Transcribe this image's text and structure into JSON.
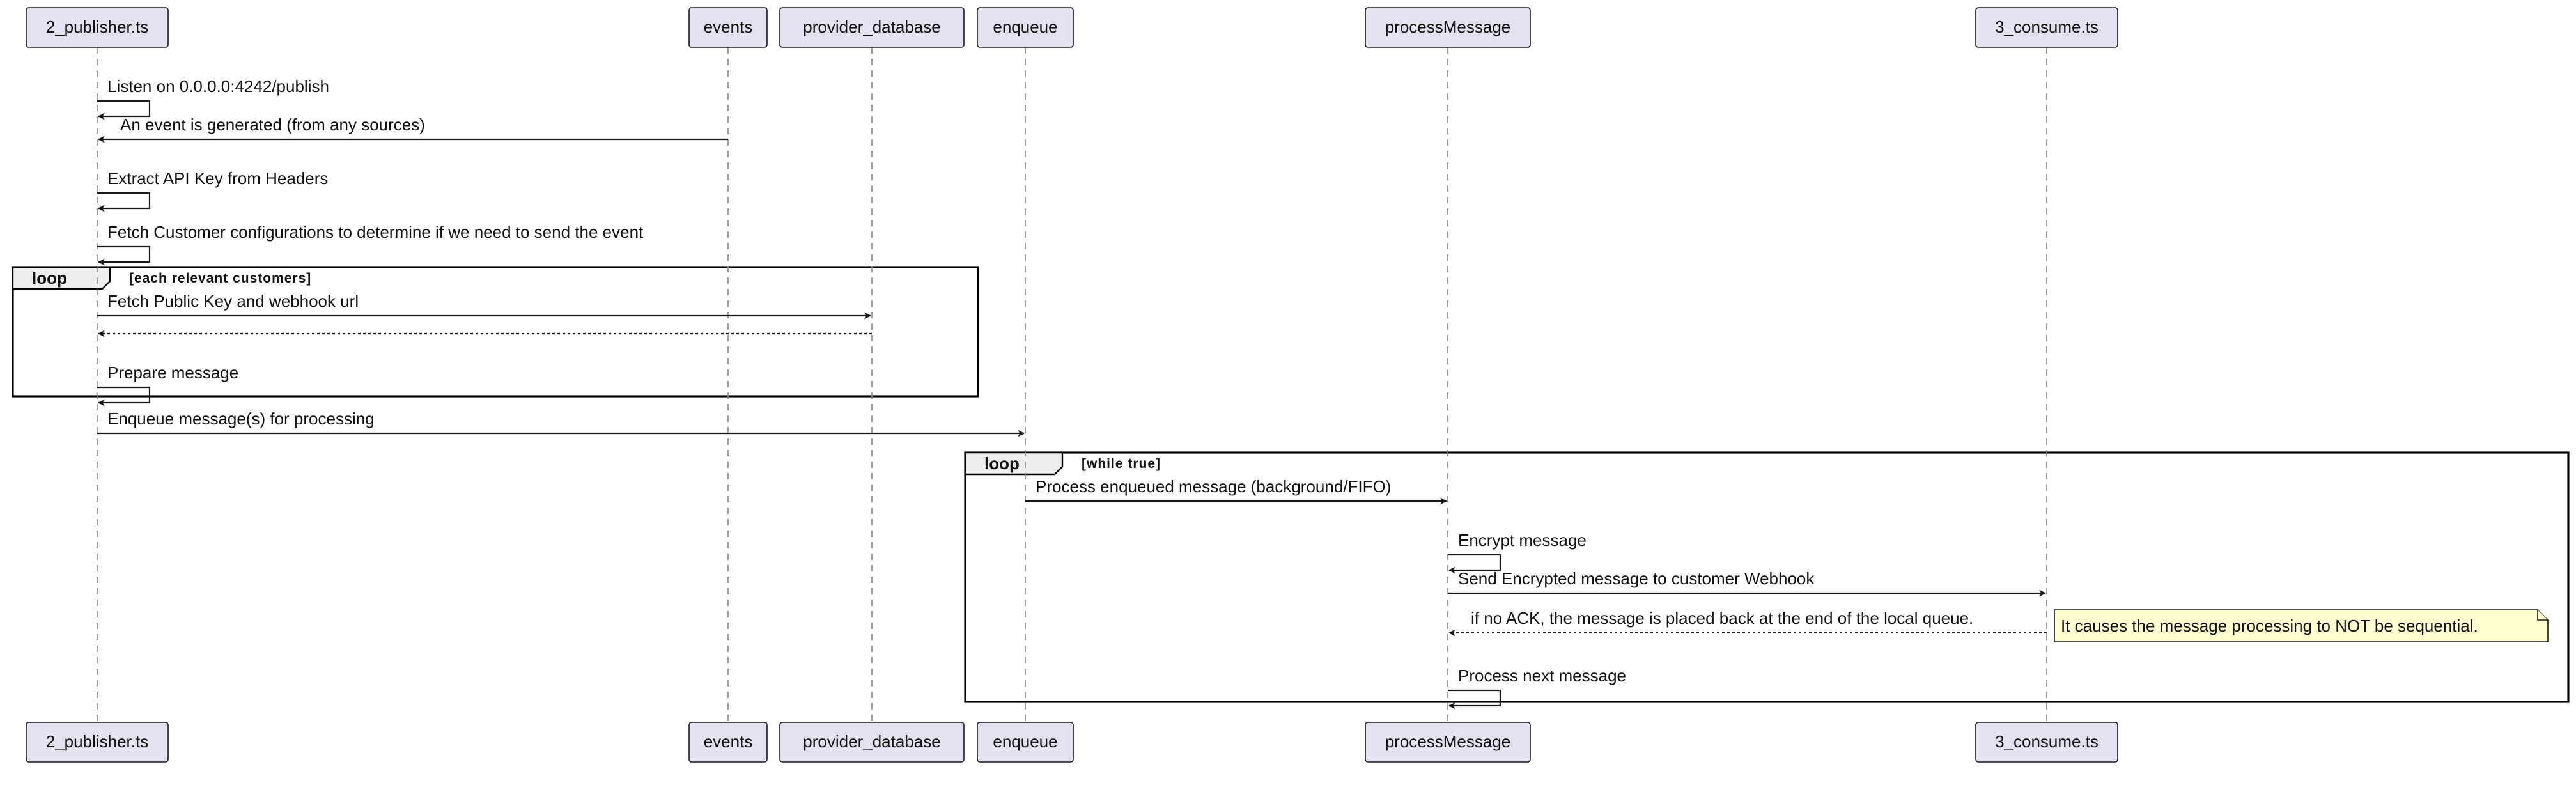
{
  "colors": {
    "participant_fill": "#e2e2f0",
    "participant_stroke": "#181818",
    "lifeline": "#888888",
    "arrow": "#181818",
    "note_fill": "#fefece",
    "frame_stroke": "#000000",
    "frame_tab_fill": "#eeeeee"
  },
  "participants": [
    {
      "id": "publisher",
      "label": "2_publisher.ts"
    },
    {
      "id": "events",
      "label": "events"
    },
    {
      "id": "provider_database",
      "label": "provider_database"
    },
    {
      "id": "enqueue",
      "label": "enqueue"
    },
    {
      "id": "processMessage",
      "label": "processMessage"
    },
    {
      "id": "consume",
      "label": "3_consume.ts"
    }
  ],
  "messages": [
    {
      "from": "publisher",
      "to": "publisher",
      "label": "Listen on 0.0.0.0:4242/publish",
      "style": "solid"
    },
    {
      "from": "events",
      "to": "publisher",
      "label": "An event is generated (from any sources)",
      "style": "solid"
    },
    {
      "from": "publisher",
      "to": "publisher",
      "label": "Extract API Key from Headers",
      "style": "solid"
    },
    {
      "from": "publisher",
      "to": "publisher",
      "label": "Fetch Customer configurations to determine if we need to send the event",
      "style": "solid"
    },
    {
      "from": "publisher",
      "to": "provider_database",
      "label": "Fetch Public Key and webhook url",
      "style": "solid"
    },
    {
      "from": "provider_database",
      "to": "publisher",
      "label": "",
      "style": "dotted"
    },
    {
      "from": "publisher",
      "to": "publisher",
      "label": "Prepare message",
      "style": "solid"
    },
    {
      "from": "publisher",
      "to": "enqueue",
      "label": "Enqueue message(s) for processing",
      "style": "solid"
    },
    {
      "from": "enqueue",
      "to": "processMessage",
      "label": "Process enqueued message (background/FIFO)",
      "style": "solid"
    },
    {
      "from": "processMessage",
      "to": "processMessage",
      "label": "Encrypt message",
      "style": "solid"
    },
    {
      "from": "processMessage",
      "to": "consume",
      "label": "Send Encrypted message to customer Webhook",
      "style": "solid"
    },
    {
      "from": "consume",
      "to": "processMessage",
      "label": "if no ACK, the message is placed back at the end of the local queue.",
      "style": "dotted"
    },
    {
      "from": "processMessage",
      "to": "processMessage",
      "label": "Process next message",
      "style": "solid"
    }
  ],
  "fragments": [
    {
      "keyword": "loop",
      "guard": "[each relevant customers]"
    },
    {
      "keyword": "loop",
      "guard": "[while true]"
    }
  ],
  "notes": [
    {
      "text": "It causes the message processing to NOT be sequential."
    }
  ]
}
